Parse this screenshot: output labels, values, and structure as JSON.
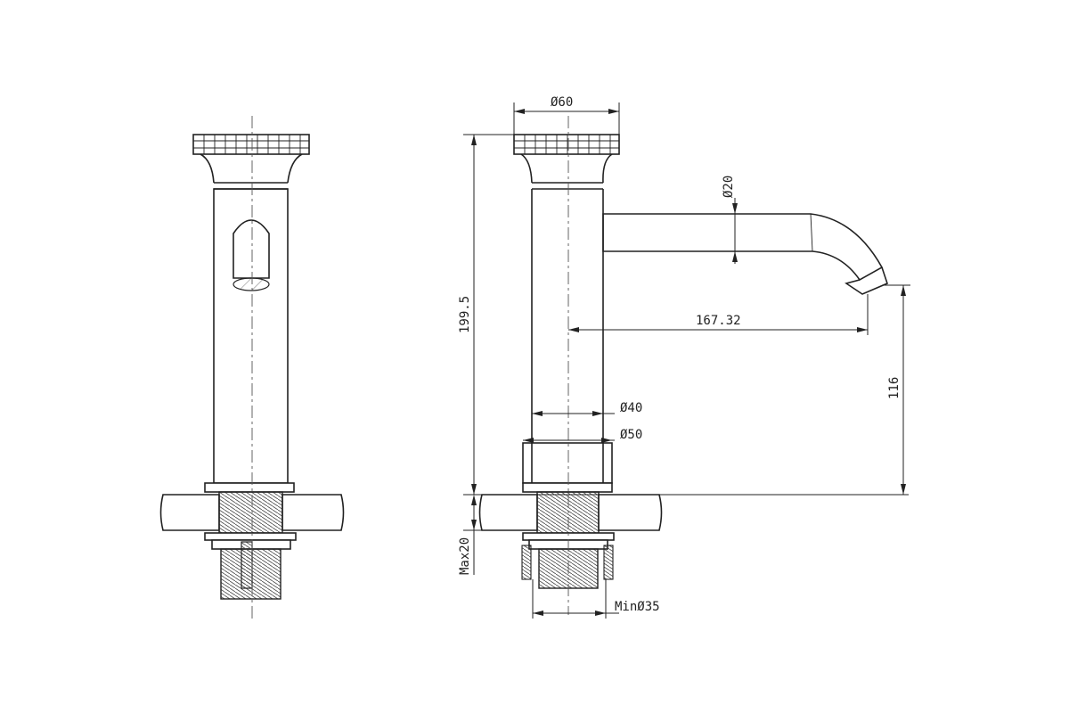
{
  "dimensions": {
    "head_diameter": "Ø60",
    "spout_diameter": "Ø20",
    "spout_reach": "167.32",
    "overall_height": "199.5",
    "spout_height": "116",
    "body_diameter": "Ø40",
    "base_diameter": "Ø50",
    "max_counter_thickness": "Max20",
    "min_hole_diameter": "MinØ35"
  }
}
